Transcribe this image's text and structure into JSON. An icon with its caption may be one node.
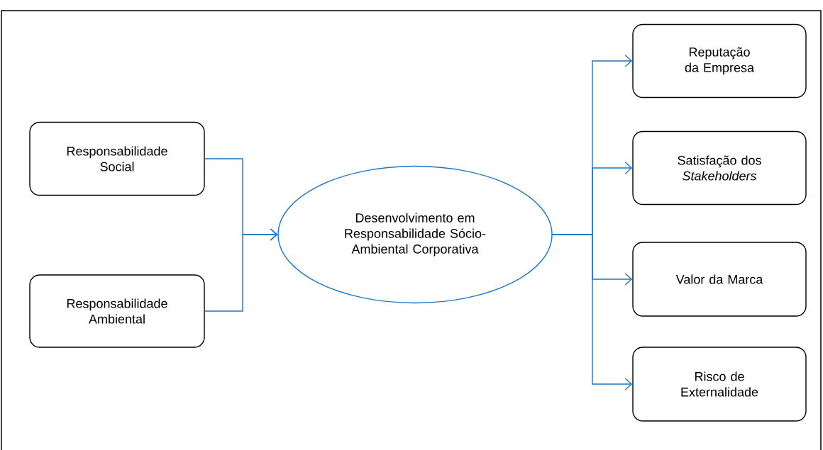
{
  "diagram": {
    "nodes": [
      {
        "text": [
          "Responsabilidade Social"
        ]
      },
      {
        "text": [
          "Responsabilidade Ambiental"
        ]
      },
      {
        "text": [
          "Desenvolvimento em Responsabilidade Sócio-Ambiental Corporativa"
        ]
      },
      {
        "text": [
          "Reputação da Empresa"
        ]
      },
      {
        "text": [
          "Satisfação dos *Stakeholders*"
        ]
      },
      {
        "text": [
          "Valor da Marca"
        ]
      },
      {
        "text": [
          "Risco de Externalidade"
        ]
      }
    ],
    "edges": [
      {
        "from": 0,
        "to": 2,
        "arrow": "to"
      },
      {
        "from": 1,
        "to": 2,
        "arrow": "to"
      },
      {
        "from": 2,
        "to": 3,
        "arrow": "to"
      },
      {
        "from": 2,
        "to": 4,
        "arrow": "to"
      },
      {
        "from": 2,
        "to": 5,
        "arrow": "to"
      },
      {
        "from": 2,
        "to": 6,
        "arrow": "to"
      }
    ]
  }
}
